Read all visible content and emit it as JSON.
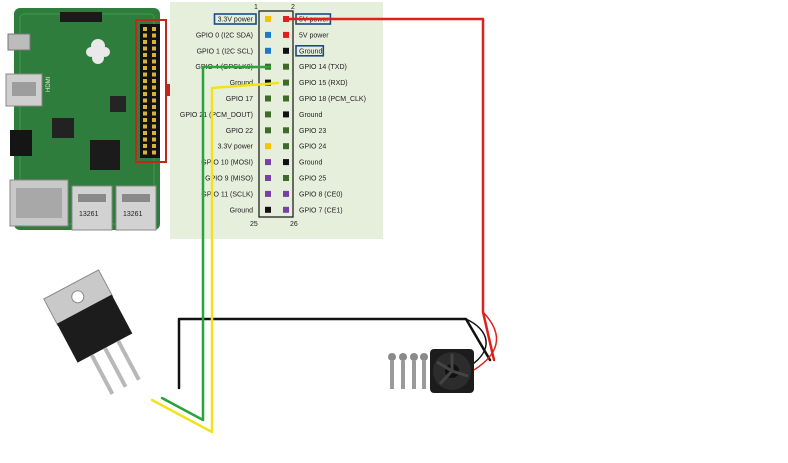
{
  "header_pin_numbers": {
    "top_left": "1",
    "top_right": "2",
    "bottom_left": "25",
    "bottom_right": "26"
  },
  "pins_left": [
    {
      "label": "3.3V power",
      "color": "#f6c300",
      "boxed": true
    },
    {
      "label": "GPIO 0 (I2C SDA)",
      "color": "#1f78c8"
    },
    {
      "label": "GPIO 1 (I2C SCL)",
      "color": "#1f78c8"
    },
    {
      "label": "GPIO 4 (GPCLK0)",
      "color": "#3d6b28"
    },
    {
      "label": "Ground",
      "color": "#111111"
    },
    {
      "label": "GPIO 17",
      "color": "#3d6b28"
    },
    {
      "label": "GPIO 21 (PCM_DOUT)",
      "color": "#3d6b28"
    },
    {
      "label": "GPIO 22",
      "color": "#3d6b28"
    },
    {
      "label": "3.3V power",
      "color": "#f6c300"
    },
    {
      "label": "GPIO 10 (MOSI)",
      "color": "#7a3ea8"
    },
    {
      "label": "GPIO 9 (MISO)",
      "color": "#7a3ea8"
    },
    {
      "label": "GPIO 11 (SCLK)",
      "color": "#7a3ea8"
    },
    {
      "label": "Ground",
      "color": "#111111"
    }
  ],
  "pins_right": [
    {
      "label": "5V power",
      "color": "#e02020",
      "boxed": true
    },
    {
      "label": "5V power",
      "color": "#e02020"
    },
    {
      "label": "Ground",
      "color": "#111111",
      "boxed": true
    },
    {
      "label": "GPIO 14 (TXD)",
      "color": "#3d6b28"
    },
    {
      "label": "GPIO 15 (RXD)",
      "color": "#3d6b28"
    },
    {
      "label": "GPIO 18 (PCM_CLK)",
      "color": "#3d6b28"
    },
    {
      "label": "Ground",
      "color": "#111111"
    },
    {
      "label": "GPIO 23",
      "color": "#3d6b28"
    },
    {
      "label": "GPIO 24",
      "color": "#3d6b28"
    },
    {
      "label": "Ground",
      "color": "#111111"
    },
    {
      "label": "GPIO 25",
      "color": "#3d6b28"
    },
    {
      "label": "GPIO 8 (CE0)",
      "color": "#7a3ea8"
    },
    {
      "label": "GPIO 7 (CE1)",
      "color": "#7a3ea8"
    }
  ],
  "usb_labels": [
    "13261",
    "13261"
  ],
  "hdmi_label": "HDMI",
  "wire_colors": {
    "red": "#e0201a",
    "black": "#111111",
    "green": "#2aa33a",
    "yellow": "#f2e21a"
  },
  "colors": {
    "board": "#2f7d3c",
    "pinout_panel": "#e6efdc",
    "highlight_box": "#1a4a8a",
    "arrow": "#c0281e"
  }
}
